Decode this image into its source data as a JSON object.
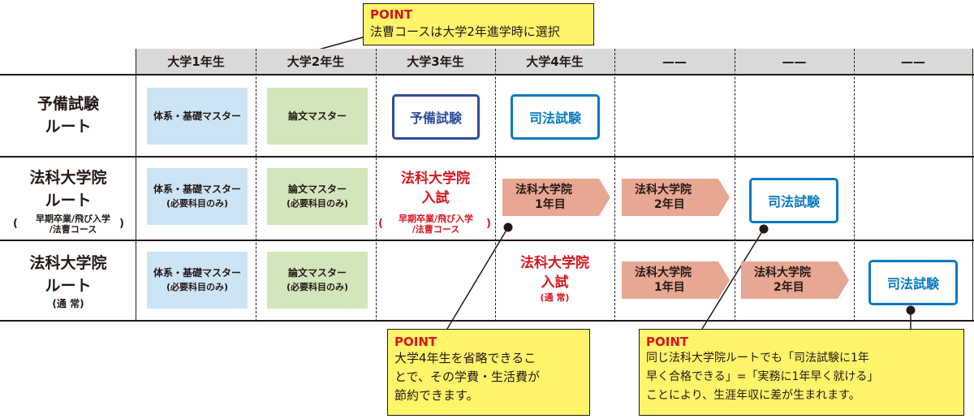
{
  "headers": [
    "大学1年生",
    "大学2年生",
    "大学3年生",
    "大学4年生",
    "——",
    "——",
    "——"
  ],
  "routes": {
    "yobi": {
      "title_line1": "予備試験",
      "title_line2": "ルート",
      "cell1": "体系・基礎マスター",
      "cell2": "論文マスター",
      "cell3": "予備試験",
      "cell4": "司法試験"
    },
    "early": {
      "title_line1": "法科大学院",
      "title_line2": "ルート",
      "note_paren_open": "(",
      "note_line1": "早期卒業/飛び入学",
      "note_line2": "/法曹コース",
      "note_paren_close": ")",
      "cell1_line1": "体系・基礎マスター",
      "cell1_line2": "(必要科目のみ)",
      "cell2_line1": "論文マスター",
      "cell2_line2": "(必要科目のみ)",
      "entrance_line1": "法科大学院",
      "entrance_line2": "入試",
      "entrance_note_line1": "早期卒業/飛び入学",
      "entrance_note_line2": "/法曹コース",
      "year1_line1": "法科大学院",
      "year1_line2": "1年目",
      "year2_line1": "法科大学院",
      "year2_line2": "2年目",
      "exam": "司法試験"
    },
    "normal": {
      "title_line1": "法科大学院",
      "title_line2": "ルート",
      "note": "(通 常)",
      "cell1_line1": "体系・基礎マスター",
      "cell1_line2": "(必要科目のみ)",
      "cell2_line1": "論文マスター",
      "cell2_line2": "(必要科目のみ)",
      "entrance_line1": "法科大学院",
      "entrance_line2": "入試",
      "entrance_note": "(通 常)",
      "year1_line1": "法科大学院",
      "year1_line2": "1年目",
      "year2_line1": "法科大学院",
      "year2_line2": "2年目",
      "exam": "司法試験"
    }
  },
  "points": {
    "top": {
      "label": "POINT",
      "text": "法曹コースは大学2年進学時に選択"
    },
    "middle": {
      "label": "POINT",
      "lines": [
        "大学4年生を省略できるこ",
        "とで、その学費・生活費が",
        "節約できます。"
      ]
    },
    "right": {
      "label": "POINT",
      "lines": [
        "同じ法科大学院ルートでも「司法試験に1年",
        "早く合格できる」=「実務に1年早く就ける」",
        "ことにより、生涯年収に差が生まれます。"
      ]
    }
  },
  "colors": {
    "header_bg": "#d9d9d9",
    "blue_box": "#cde4f5",
    "green_box": "#d3e6bb",
    "arrow": "#e8a792",
    "red": "#d7161f",
    "point_bg": "#fff46a",
    "navy": "#2e4d9a",
    "cyan": "#0a79c1"
  }
}
